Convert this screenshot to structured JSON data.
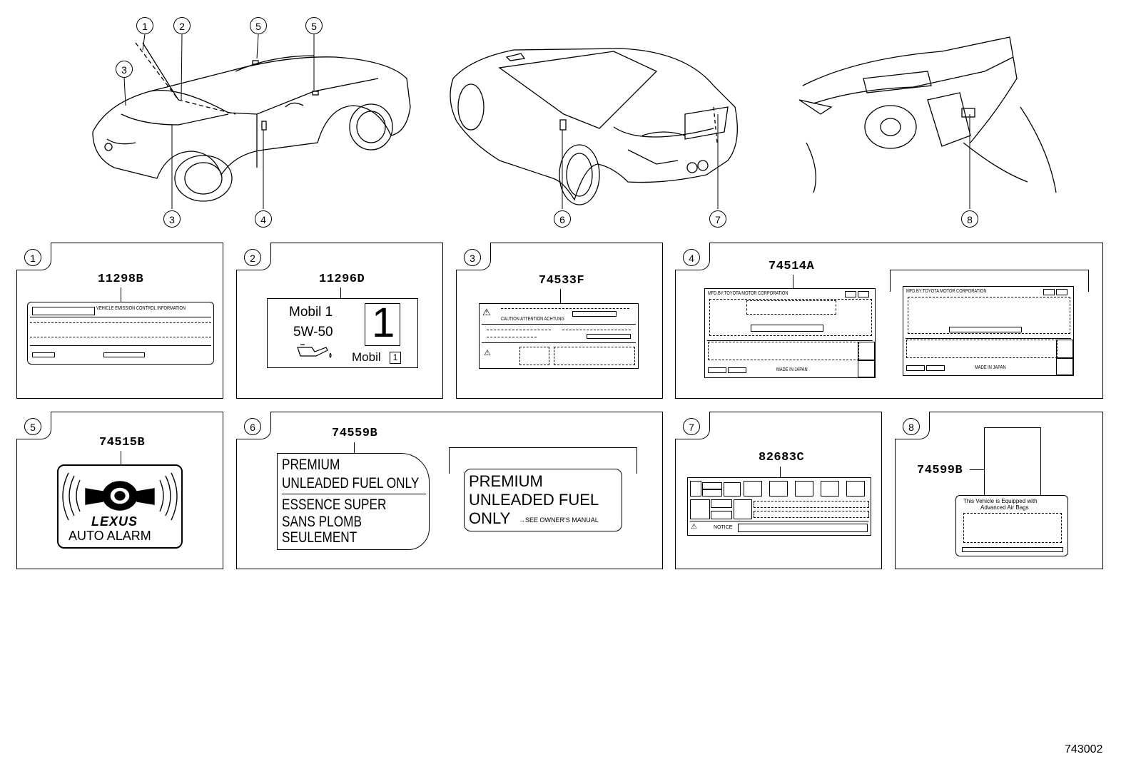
{
  "callouts": {
    "top": [
      "1",
      "2",
      "3",
      "5",
      "5"
    ],
    "bottom": [
      "3",
      "4",
      "6",
      "7",
      "8"
    ]
  },
  "panels": [
    {
      "num": "1",
      "part": "11298B",
      "label_header": "VEHICLE EMISSION CONTROL INFORMATION"
    },
    {
      "num": "2",
      "part": "11296D",
      "line1": "Mobil 1",
      "line2": "5W-50",
      "big_digit": "1",
      "brand": "Mobil",
      "brand_box": "1"
    },
    {
      "num": "3",
      "part": "74533F",
      "caution": "CAUTION  ATTENTION  ACHTUNG"
    },
    {
      "num": "4",
      "part": "74514A",
      "mfd": "MFD.BY:TOYOTA MOTOR CORPORATION",
      "made": "MADE IN JAPAN"
    },
    {
      "num": "5",
      "part": "74515B",
      "brand": "LEXUS",
      "text": "AUTO ALARM"
    },
    {
      "num": "6",
      "part": "74559B",
      "lines": [
        "PREMIUM",
        "UNLEADED FUEL ONLY",
        "ESSENCE SUPER",
        "SANS PLOMB",
        "SEULEMENT"
      ],
      "alt_lines": [
        "PREMIUM",
        "UNLEADED FUEL",
        "ONLY"
      ],
      "alt_note": "→SEE OWNER'S MANUAL"
    },
    {
      "num": "7",
      "part": "82683C",
      "notice": "NOTICE"
    },
    {
      "num": "8",
      "part": "74599B",
      "line1": "This Vehicle is Equipped with",
      "line2": "Advanced Air Bags"
    }
  ],
  "diagram_id": "743002"
}
